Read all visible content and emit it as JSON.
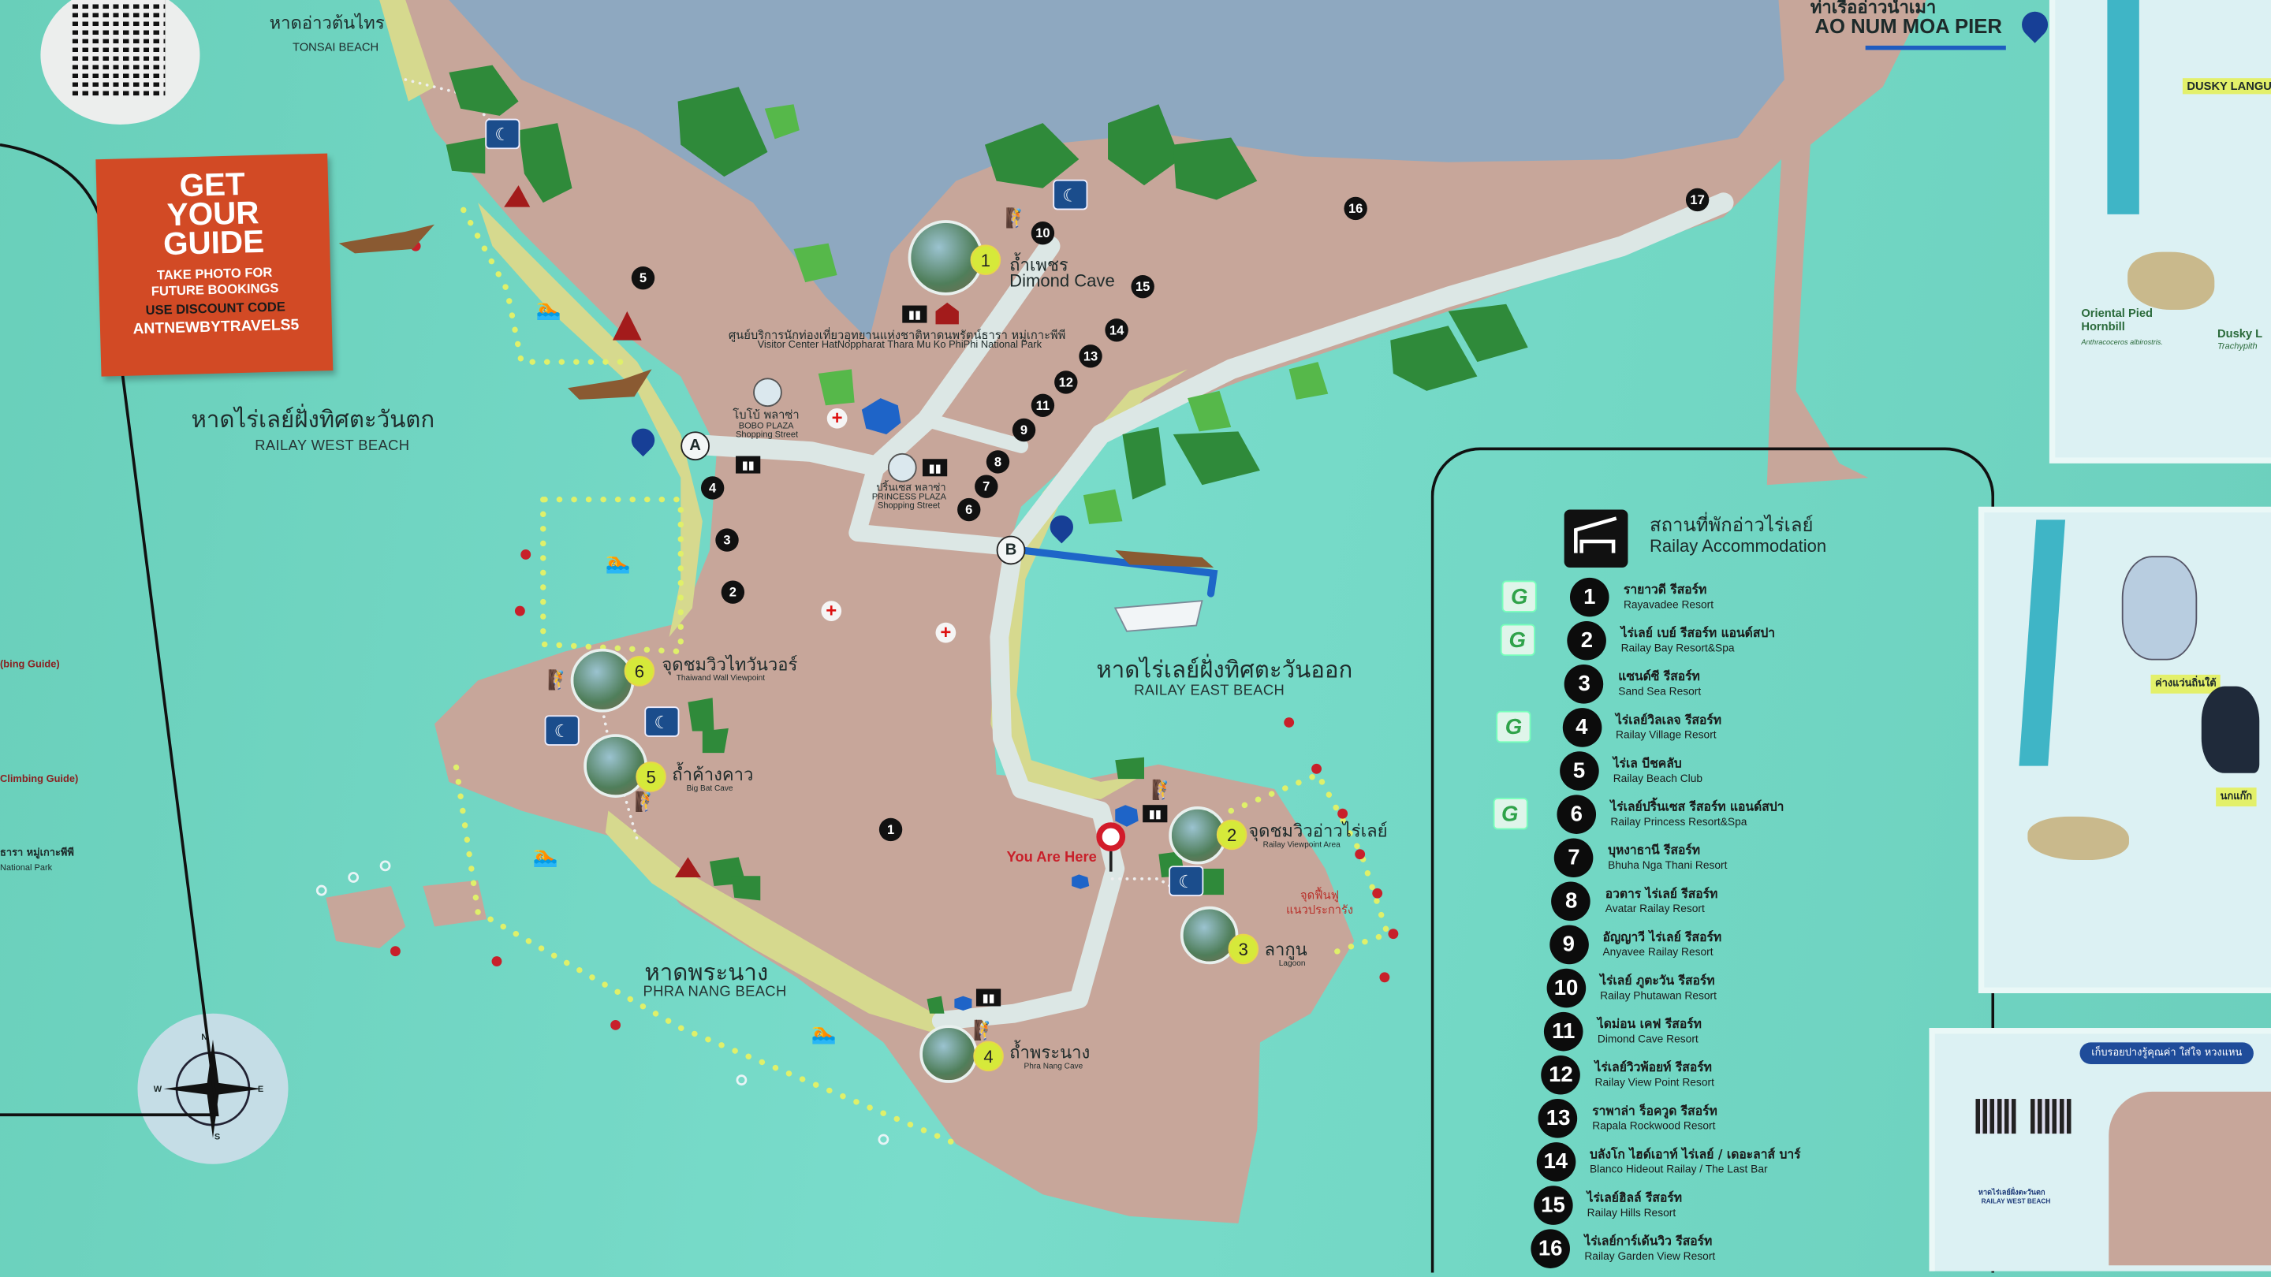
{
  "colors": {
    "sea": "#72d7c4",
    "land": "#c7a69a",
    "bay": "#8ea8c0",
    "beach": "#d6d98e",
    "road": "#dce7e5",
    "accent_red": "#d24a25",
    "attraction": "#d6e93a"
  },
  "beaches": {
    "tonsai": {
      "th": "หาดอ่าวต้นไทร",
      "en": "TONSAI BEACH"
    },
    "west": {
      "th": "หาดไร่เลย์ฝั่งทิศตะวันตก",
      "en": "RAILAY WEST BEACH"
    },
    "east": {
      "th": "หาดไร่เลย์ฝั่งทิศตะวันออก",
      "en": "RAILAY EAST BEACH"
    },
    "phranang": {
      "th": "หาดพระนาง",
      "en": "PHRA NANG BEACH"
    }
  },
  "pier": {
    "th": "ท่าเรืออ่าวน้ำเมา",
    "en": "AO NUM MOA PIER"
  },
  "visitor_center": {
    "th": "ศูนย์บริการนักท่องเที่ยวอุทยานแห่งชาติหาดนพรัตน์ธารา หมู่เกาะพีพี",
    "en": "Visitor Center HatNoppharat Thara Mu Ko PhiPhi National Park"
  },
  "plazas": [
    {
      "th": "โบโบ้ พลาซ่า",
      "en": "BOBO PLAZA",
      "sub": "Shopping Street"
    },
    {
      "th": "ปริ้นเซส พลาซ่า",
      "en": "PRINCESS PLAZA",
      "sub": "Shopping Street"
    }
  ],
  "you_are_here": "You Are Here",
  "coral_restoration": {
    "line1": "จุดฟื้นฟู",
    "line2": "แนวประการัง"
  },
  "points": [
    "A",
    "B"
  ],
  "attractions": [
    {
      "num": "1",
      "th": "ถ้ำเพชร",
      "en": "Dimond Cave"
    },
    {
      "num": "2",
      "th": "จุดชมวิวอ่าวไร่เลย์",
      "en": "Railay Viewpoint Area"
    },
    {
      "num": "3",
      "th": "ลากูน",
      "en": "Lagoon"
    },
    {
      "num": "4",
      "th": "ถ้ำพระนาง",
      "en": "Phra Nang Cave"
    },
    {
      "num": "5",
      "th": "ถ้ำค้างคาว",
      "en": "Big Bat Cave"
    },
    {
      "num": "6",
      "th": "จุดชมวิวไทวันวอร์",
      "en": "Thaiwand Wall Viewpoint"
    }
  ],
  "map_markers": [
    "1",
    "2",
    "3",
    "4",
    "5",
    "6",
    "7",
    "8",
    "9",
    "10",
    "11",
    "12",
    "13",
    "14",
    "15",
    "16",
    "17"
  ],
  "accommodation": {
    "title_th": "สถานที่พักอ่าวไร่เลย์",
    "title_en": "Railay Accommodation",
    "items": [
      {
        "num": "1",
        "th": "รายาวดี รีสอร์ท",
        "en": "Rayavadee Resort",
        "green": true
      },
      {
        "num": "2",
        "th": "ไร่เลย์ เบย์ รีสอร์ท แอนด์สปา",
        "en": "Railay Bay Resort&Spa",
        "green": true
      },
      {
        "num": "3",
        "th": "แซนด์ซี รีสอร์ท",
        "en": "Sand Sea Resort",
        "green": false
      },
      {
        "num": "4",
        "th": "ไร่เลย์วิลเลจ รีสอร์ท",
        "en": "Railay Village Resort",
        "green": true
      },
      {
        "num": "5",
        "th": "ไร่เล บีชคลับ",
        "en": "Railay Beach Club",
        "green": false
      },
      {
        "num": "6",
        "th": "ไร่เลย์ปริ้นเซส รีสอร์ท แอนด์สปา",
        "en": "Railay Princess Resort&Spa",
        "green": true
      },
      {
        "num": "7",
        "th": "บุหงาธานี รีสอร์ท",
        "en": "Bhuha Nga Thani Resort",
        "green": false
      },
      {
        "num": "8",
        "th": "อวตาร ไร่เลย์ รีสอร์ท",
        "en": "Avatar Railay Resort",
        "green": false
      },
      {
        "num": "9",
        "th": "อัญญาวี ไร่เลย์ รีสอร์ท",
        "en": "Anyavee Railay Resort",
        "green": false
      },
      {
        "num": "10",
        "th": "ไร่เลย์ ภูตะวัน รีสอร์ท",
        "en": "Railay Phutawan Resort",
        "green": false
      },
      {
        "num": "11",
        "th": "ไดม่อน เคฟ รีสอร์ท",
        "en": "Dimond Cave Resort",
        "green": false
      },
      {
        "num": "12",
        "th": "ไร่เลย์วิวพ้อยท์ รีสอร์ท",
        "en": "Railay View Point Resort",
        "green": false
      },
      {
        "num": "13",
        "th": "ราพาล่า ร็อควูด รีสอร์ท",
        "en": "Rapala Rockwood Resort",
        "green": false
      },
      {
        "num": "14",
        "th": "บลังโก ไฮด์เอาท์ ไร่เลย์ / เดอะลาส์ บาร์",
        "en": "Blanco Hideout Railay / The Last Bar",
        "green": false
      },
      {
        "num": "15",
        "th": "ไร่เลย์ฮิลล์ รีสอร์ท",
        "en": "Railay Hills Resort",
        "green": false
      },
      {
        "num": "16",
        "th": "ไร่เลย์การ์เด้นวิว รีสอร์ท",
        "en": "Railay Garden View Resort",
        "green": false
      }
    ],
    "green_badge": "G"
  },
  "sticker": {
    "line1": "GET",
    "line2": "YOUR",
    "line3": "GUIDE",
    "take_photo": "TAKE PHOTO FOR",
    "future": "FUTURE BOOKINGS",
    "use_code": "USE DISCOUNT CODE",
    "code": "ANTNEWBYTRAVELS5"
  },
  "left_panel": {
    "guide1": "(bing Guide)",
    "guide2": "Climbing Guide)",
    "park_th": "ธารา หมู่เกาะพีพี",
    "park_en": "National Park"
  },
  "compass": {
    "n": "N",
    "s": "S",
    "e": "E",
    "w": "W"
  },
  "posters": {
    "langur_tag": "DUSKY LANGUR",
    "hornbill_name": "Oriental Pied Hornbill",
    "hornbill_sci": "Anthracoceros albirostris.",
    "langur_name": "Dusky L",
    "langur_sci": "Trachypith",
    "langur_th": "ค่างแว่นถิ่นใต้",
    "hornbill_th": "นกแก๊ก",
    "banner_th": "เก็บรอยปางรู้คุณค่า ใส่ใจ หวงแหน",
    "west_th": "หาดไร่เลย์ฝั่งตะวันตก",
    "west_en": "RAILAY WEST BEACH"
  }
}
